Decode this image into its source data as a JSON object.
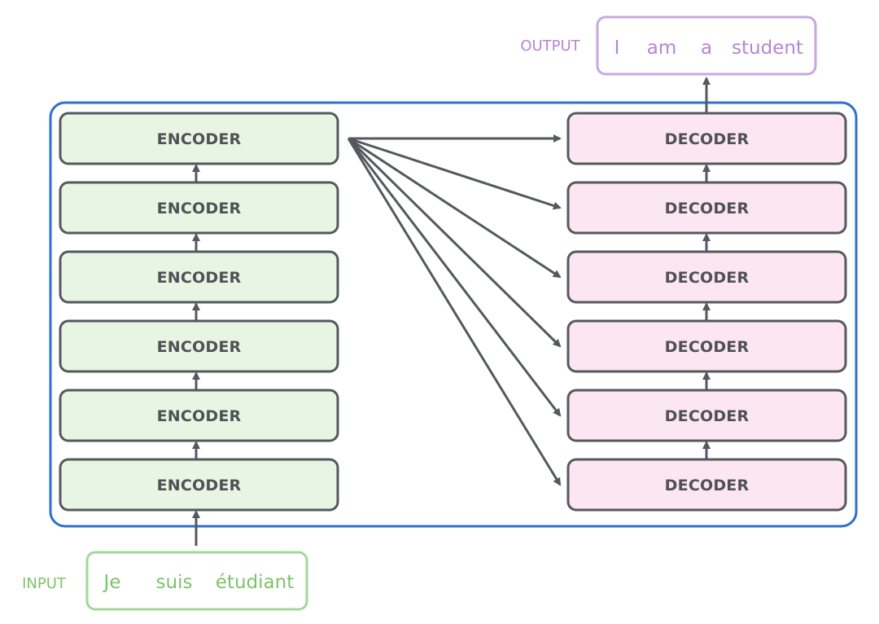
{
  "input": {
    "label": "INPUT",
    "words": [
      "Je",
      "suis",
      "étudiant"
    ]
  },
  "output": {
    "label": "OUTPUT",
    "words": [
      "I",
      "am",
      "a",
      "student"
    ]
  },
  "encoders": [
    "ENCODER",
    "ENCODER",
    "ENCODER",
    "ENCODER",
    "ENCODER",
    "ENCODER"
  ],
  "decoders": [
    "DECODER",
    "DECODER",
    "DECODER",
    "DECODER",
    "DECODER",
    "DECODER"
  ],
  "colors": {
    "container_border": "#2f6fd1",
    "box_border": "#55585e",
    "arrow": "#55585e",
    "encoder_fill": "#e8f5e2",
    "decoder_fill": "#fbe6f1",
    "input_color": "#7cc46a",
    "input_border": "#a6d69a",
    "output_color": "#b784d4",
    "output_border": "#c9a7e0",
    "label_text": "#4f5157"
  }
}
